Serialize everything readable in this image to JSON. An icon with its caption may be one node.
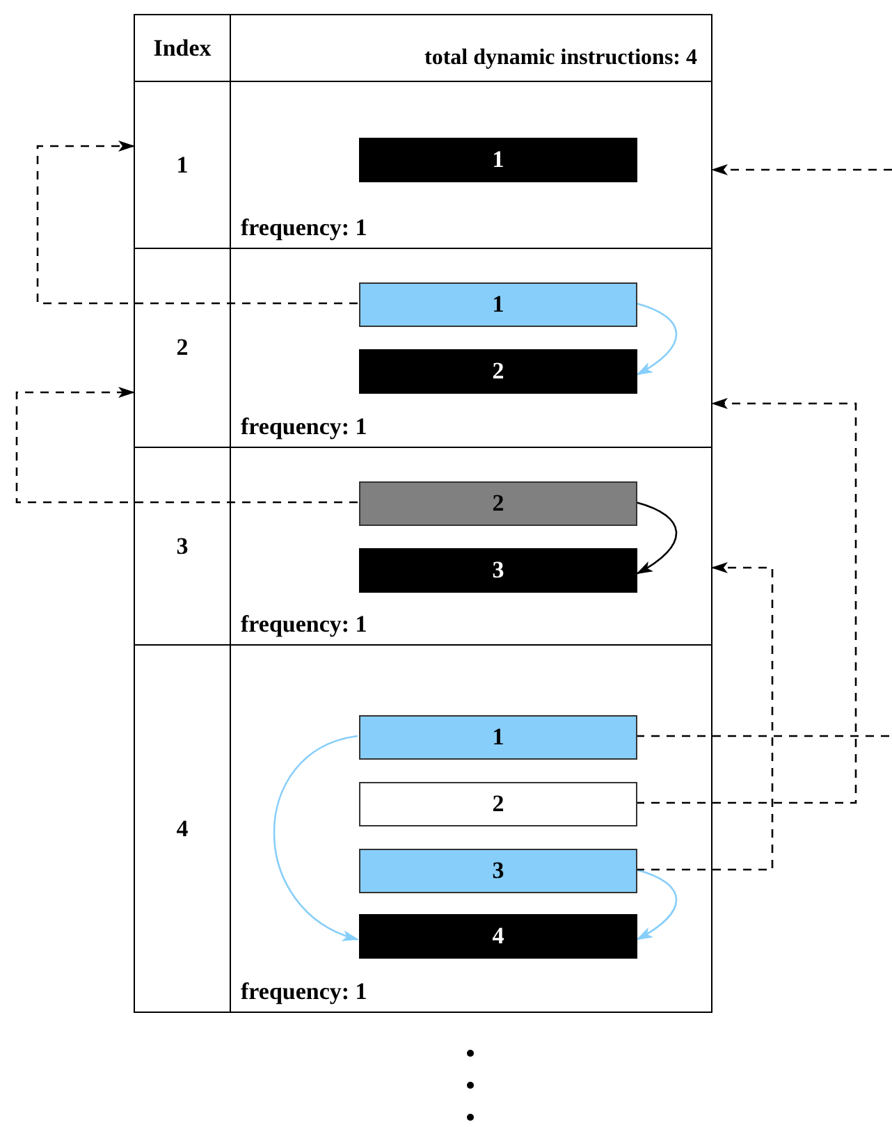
{
  "diagram": {
    "nodes": [
      {
        "text": [
          "Index",
          "total dynamic instructions: 4"
        ]
      },
      {
        "text": [
          "1",
          "frequency: 1"
        ]
      },
      {
        "text": [
          "1"
        ],
        "in": 1
      },
      {
        "text": [
          "2",
          "frequency: 1"
        ]
      },
      {
        "text": [
          "1"
        ],
        "in": 3
      },
      {
        "text": [
          "2"
        ],
        "in": 3
      },
      {
        "text": [
          "3",
          "frequency: 1"
        ]
      },
      {
        "text": [
          "2"
        ],
        "in": 6
      },
      {
        "text": [
          "3"
        ],
        "in": 6
      },
      {
        "text": [
          "4",
          "frequency: 1"
        ]
      },
      {
        "text": [
          "1"
        ],
        "in": 9
      },
      {
        "text": [
          "2"
        ],
        "in": 9
      },
      {
        "text": [
          "3"
        ],
        "in": 9
      },
      {
        "text": [
          "4"
        ],
        "in": 9
      }
    ],
    "edges": [
      {
        "from": 4,
        "to": 5,
        "arrow": "to",
        "color": "#87cefa"
      },
      {
        "from": 7,
        "to": 8,
        "arrow": "to"
      },
      {
        "from": 10,
        "to": 13,
        "arrow": "to",
        "color": "#87cefa"
      },
      {
        "from": 12,
        "to": 13,
        "arrow": "to",
        "color": "#87cefa"
      },
      {
        "from": 4,
        "to": 1,
        "arrow": "to",
        "style": "dashed"
      },
      {
        "from": 7,
        "to": 3,
        "arrow": "to",
        "style": "dashed"
      },
      {
        "from": 11,
        "to": 3,
        "arrow": "to",
        "style": "dashed"
      },
      {
        "from": 12,
        "to": 6,
        "arrow": "to",
        "style": "dashed"
      },
      {
        "from": 10,
        "to": null,
        "arrow": "none",
        "style": "dashed"
      },
      {
        "from": null,
        "to": 1,
        "arrow": "to",
        "style": "dashed"
      }
    ]
  }
}
